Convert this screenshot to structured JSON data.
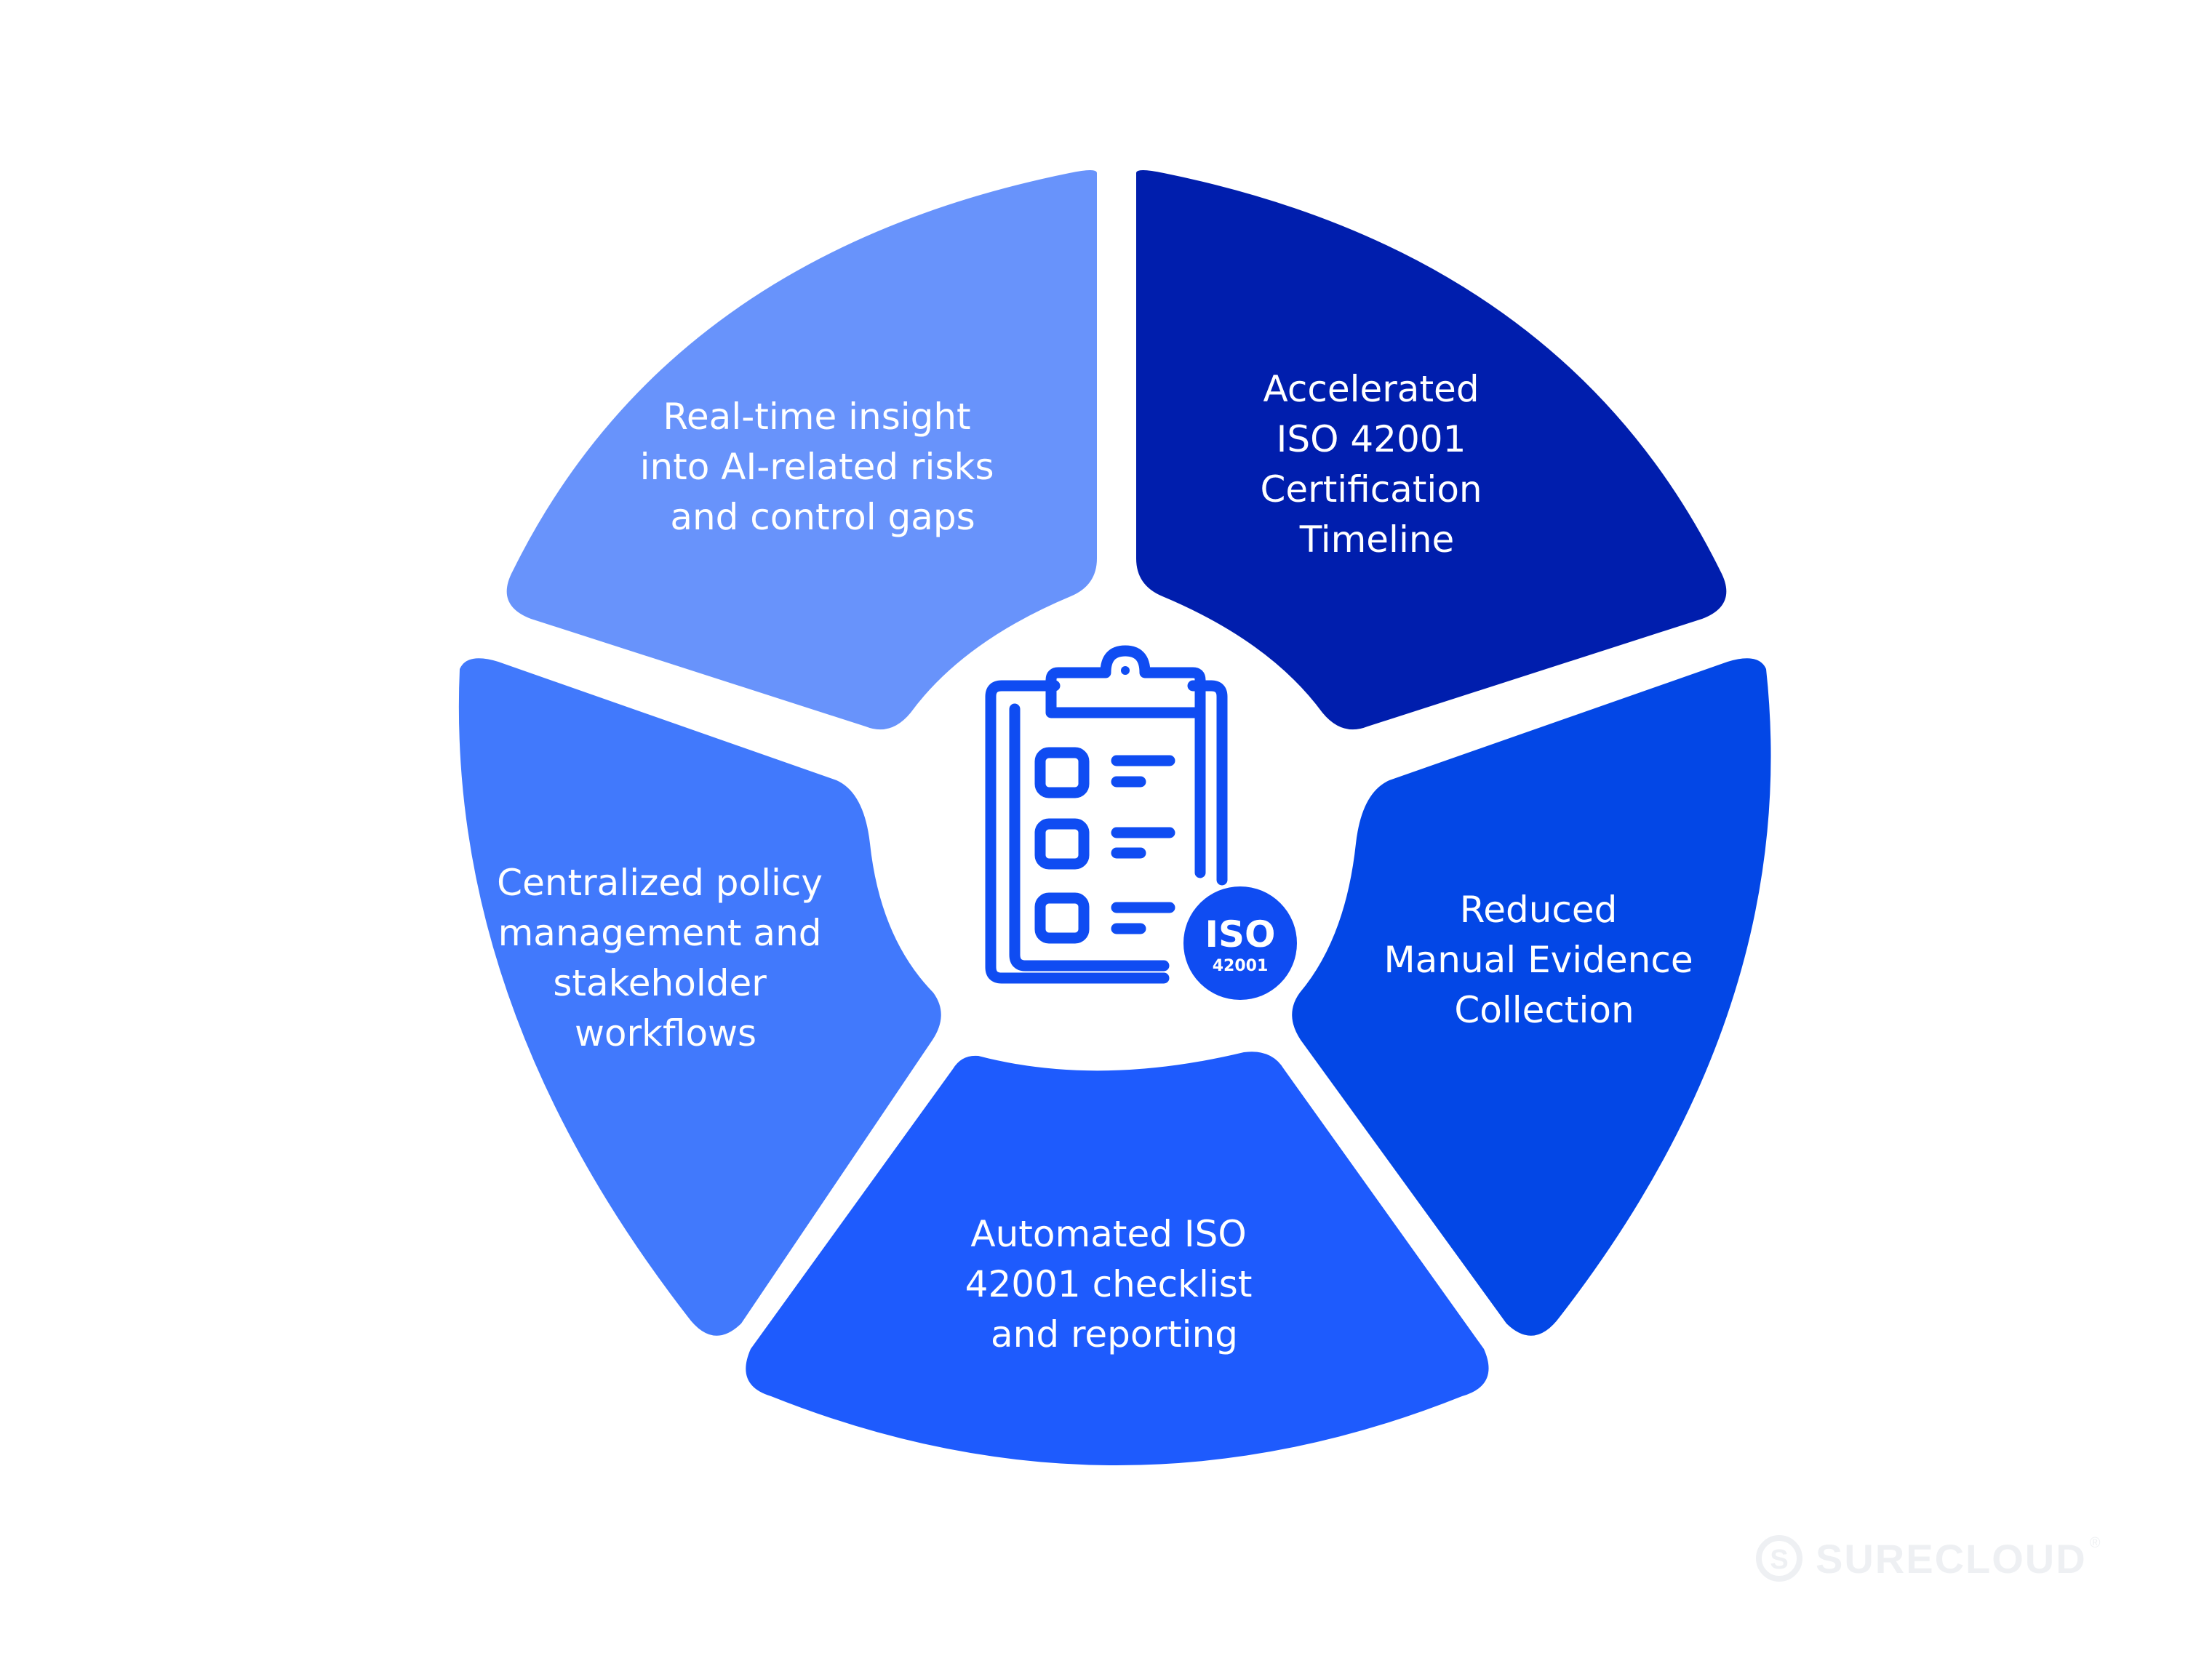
{
  "diagram": {
    "center": {
      "badge_title": "ISO",
      "badge_number": "42001",
      "icon": "clipboard-checklist-icon"
    },
    "segments": [
      {
        "id": "top-right",
        "lines": [
          "Accelerated",
          "ISO 42001",
          "Certification",
          "Timeline"
        ],
        "color": "#001ead"
      },
      {
        "id": "right",
        "lines": [
          "Reduced",
          "Manual Evidence",
          "Collection"
        ],
        "color": "#0347e6"
      },
      {
        "id": "bottom",
        "lines": [
          "Automated ISO",
          "42001 checklist",
          "and reporting"
        ],
        "color": "#1e5bfd"
      },
      {
        "id": "left",
        "lines": [
          "Centralized policy",
          "management and",
          "stakeholder",
          "workflows"
        ],
        "color": "#4179fc"
      },
      {
        "id": "top-left",
        "lines": [
          "Real-time insight",
          "into AI-related risks",
          "and control gaps"
        ],
        "color": "#6893fb"
      }
    ],
    "icon_color": "#0f4cf2"
  },
  "brand": {
    "name": "SURECLOUD",
    "registered_mark": "®",
    "logo_icon": "surecloud-logo-icon"
  }
}
